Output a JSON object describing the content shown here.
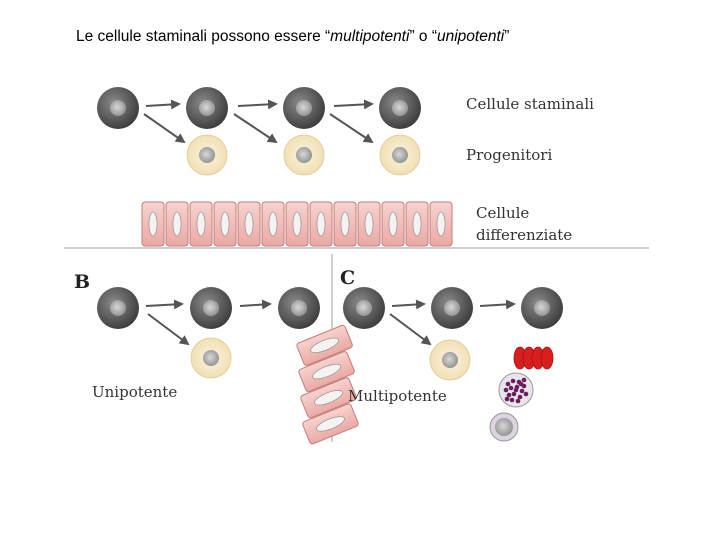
{
  "title": {
    "prefix": "Le cellule staminali possono essere “",
    "term1": "multipotenti",
    "middle": "” o “",
    "term2": "unipotenti",
    "suffix": "”"
  },
  "figure": {
    "panel_a": {
      "label_stem": "Cellule staminali",
      "label_progenitor": "Progenitori",
      "label_diff_line1": "Cellule",
      "label_diff_line2": "differenziate"
    },
    "panel_b": {
      "letter": "B",
      "label": "Unipotente"
    },
    "panel_c": {
      "letter": "C",
      "label": "Multipotente"
    }
  },
  "colors": {
    "stem_outer": "#5a5a5a",
    "stem_nucleus": "#b8b8b8",
    "progenitor_outer": "#f3e6c4",
    "progenitor_nucleus": "#9a9a9a",
    "diff_cell": "#f2c3c0",
    "diff_border": "#c47d78",
    "red_blood": "#d81f1f",
    "granulocyte_dot": "#6a1e5a"
  }
}
